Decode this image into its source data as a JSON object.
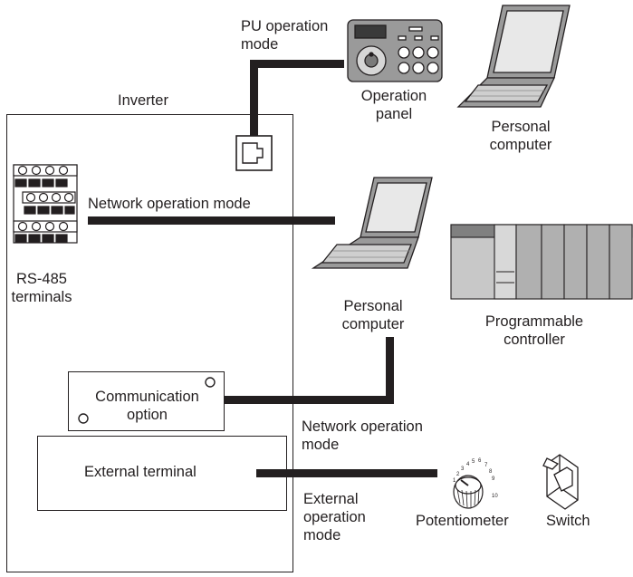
{
  "labels": {
    "pu_mode_line1": "PU operation",
    "pu_mode_line2": "mode",
    "inverter": "Inverter",
    "operation_panel_line1": "Operation",
    "operation_panel_line2": "panel",
    "personal_computer_line1": "Personal",
    "personal_computer_line2": "computer",
    "network_mode_top": "Network operation mode",
    "rs485_line1": "RS-485",
    "rs485_line2": "terminals",
    "plc_line1": "Programmable",
    "plc_line2": "controller",
    "comm_option_line1": "Communication",
    "comm_option_line2": "option",
    "network_mode_bottom_line1": "Network operation",
    "network_mode_bottom_line2": "mode",
    "external_terminal": "External terminal",
    "external_mode_line1": "External",
    "external_mode_line2": "operation",
    "external_mode_line3": "mode",
    "potentiometer": "Potentiometer",
    "switch": "Switch"
  },
  "potentiometer_scale": [
    "1",
    "2",
    "3",
    "4",
    "5",
    "6",
    "7",
    "8",
    "9",
    "10"
  ],
  "colors": {
    "line": "#231f20",
    "panel": "#9a9a9a",
    "plc_dark": "#808080",
    "plc_light": "#c8c8c8"
  },
  "icons": [
    "operation-panel-icon",
    "laptop-icon",
    "rj45-port-icon",
    "rs485-terminal-block-icon",
    "plc-icon",
    "potentiometer-icon",
    "switch-icon"
  ]
}
